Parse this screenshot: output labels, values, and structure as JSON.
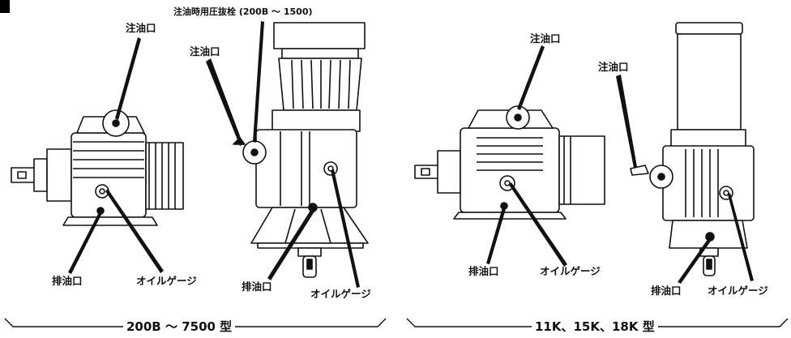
{
  "figure": {
    "left_unit": {
      "labels": {
        "oil_inlet": "注油口",
        "drain": "排油口",
        "oil_gauge": "オイルゲージ"
      }
    },
    "left_vertical_unit": {
      "labels": {
        "vent_plug": "注油時用圧抜栓 (200B ～ 1500)",
        "oil_inlet": "注油口",
        "drain": "排油口",
        "oil_gauge": "オイルゲージ"
      }
    },
    "right_unit": {
      "labels": {
        "oil_inlet": "注油口",
        "drain": "排油口",
        "oil_gauge": "オイルゲージ"
      }
    },
    "right_vertical_unit": {
      "labels": {
        "oil_inlet": "注油口",
        "drain": "排油口",
        "oil_gauge": "オイルゲージ"
      }
    },
    "captions": {
      "left": "200B ～ 7500 型",
      "right": "11K、15K、18K 型"
    }
  }
}
